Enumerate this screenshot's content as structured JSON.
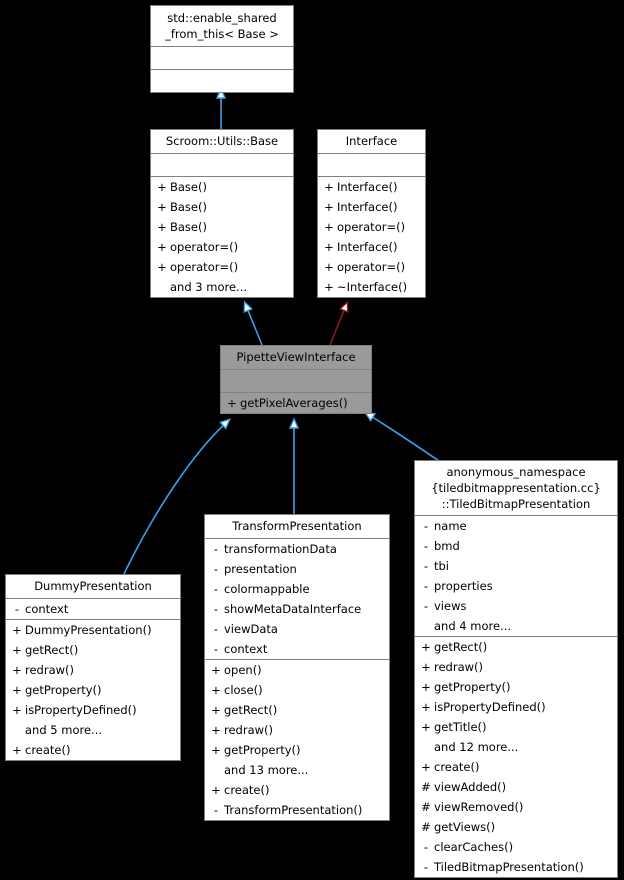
{
  "diagram": {
    "type": "uml-class-inheritance",
    "title": "PipetteViewInterface inheritance graph",
    "colors": {
      "background": "#000000",
      "node_fill": "#ffffff",
      "node_border": "#808080",
      "highlight_fill": "#9a9a9a",
      "edge_public": "#3d9fe8",
      "edge_protected_private": "#8b1a1a",
      "text": "#000000"
    }
  },
  "nodes": {
    "enable_shared_from_this": {
      "name": "enable-shared-from-this",
      "title": "std::enable_shared\n_from_this< Base >",
      "attributes": [],
      "methods": []
    },
    "base": {
      "name": "scroom-utils-base",
      "title": "Scroom::Utils::Base",
      "attributes": [],
      "methods": [
        {
          "vis": "+",
          "label": "Base()"
        },
        {
          "vis": "+",
          "label": "Base()"
        },
        {
          "vis": "+",
          "label": "Base()"
        },
        {
          "vis": "+",
          "label": "operator=()"
        },
        {
          "vis": "+",
          "label": "operator=()"
        },
        {
          "vis": "",
          "label": "and 3 more..."
        }
      ]
    },
    "interface": {
      "name": "interface",
      "title": "Interface",
      "attributes": [],
      "methods": [
        {
          "vis": "+",
          "label": "Interface()"
        },
        {
          "vis": "+",
          "label": "Interface()"
        },
        {
          "vis": "+",
          "label": "operator=()"
        },
        {
          "vis": "+",
          "label": "Interface()"
        },
        {
          "vis": "+",
          "label": "operator=()"
        },
        {
          "vis": "+",
          "label": "~Interface()"
        }
      ]
    },
    "pipette_view_interface": {
      "name": "pipette-view-interface",
      "title": "PipetteViewInterface",
      "highlighted": true,
      "attributes": [],
      "methods": [
        {
          "vis": "+",
          "label": "getPixelAverages()"
        }
      ]
    },
    "dummy_presentation": {
      "name": "dummy-presentation",
      "title": "DummyPresentation",
      "attributes": [
        {
          "vis": "-",
          "label": "context"
        }
      ],
      "methods": [
        {
          "vis": "+",
          "label": "DummyPresentation()"
        },
        {
          "vis": "+",
          "label": "getRect()"
        },
        {
          "vis": "+",
          "label": "redraw()"
        },
        {
          "vis": "+",
          "label": "getProperty()"
        },
        {
          "vis": "+",
          "label": "isPropertyDefined()"
        },
        {
          "vis": "",
          "label": "and 5 more..."
        },
        {
          "vis": "+",
          "label": "create()"
        }
      ]
    },
    "transform_presentation": {
      "name": "transform-presentation",
      "title": "TransformPresentation",
      "attributes": [
        {
          "vis": "-",
          "label": "transformationData"
        },
        {
          "vis": "-",
          "label": "presentation"
        },
        {
          "vis": "-",
          "label": "colormappable"
        },
        {
          "vis": "-",
          "label": "showMetaDataInterface"
        },
        {
          "vis": "-",
          "label": "viewData"
        },
        {
          "vis": "-",
          "label": "context"
        }
      ],
      "methods": [
        {
          "vis": "+",
          "label": "open()"
        },
        {
          "vis": "+",
          "label": "close()"
        },
        {
          "vis": "+",
          "label": "getRect()"
        },
        {
          "vis": "+",
          "label": "redraw()"
        },
        {
          "vis": "+",
          "label": "getProperty()"
        },
        {
          "vis": "",
          "label": "and 13 more..."
        },
        {
          "vis": "+",
          "label": "create()"
        },
        {
          "vis": "-",
          "label": "TransformPresentation()"
        }
      ]
    },
    "tiled_bitmap_presentation": {
      "name": "tiled-bitmap-presentation",
      "title": "anonymous_namespace\n{tiledbitmappresentation.cc}\n::TiledBitmapPresentation",
      "attributes": [
        {
          "vis": "-",
          "label": "name"
        },
        {
          "vis": "-",
          "label": "bmd"
        },
        {
          "vis": "-",
          "label": "tbi"
        },
        {
          "vis": "-",
          "label": "properties"
        },
        {
          "vis": "-",
          "label": "views"
        },
        {
          "vis": "",
          "label": "and 4 more..."
        }
      ],
      "methods": [
        {
          "vis": "+",
          "label": "getRect()"
        },
        {
          "vis": "+",
          "label": "redraw()"
        },
        {
          "vis": "+",
          "label": "getProperty()"
        },
        {
          "vis": "+",
          "label": "isPropertyDefined()"
        },
        {
          "vis": "+",
          "label": "getTitle()"
        },
        {
          "vis": "",
          "label": "and 12 more..."
        },
        {
          "vis": "+",
          "label": "create()"
        },
        {
          "vis": "#",
          "label": "viewAdded()"
        },
        {
          "vis": "#",
          "label": "viewRemoved()"
        },
        {
          "vis": "#",
          "label": "getViews()"
        },
        {
          "vis": "-",
          "label": "clearCaches()"
        },
        {
          "vis": "-",
          "label": "TiledBitmapPresentation()"
        }
      ]
    }
  },
  "edges": [
    {
      "name": "edge-base-to-enable-shared-from-this",
      "from": "base",
      "to": "enable_shared_from_this",
      "kind": "public-inheritance",
      "color": "#3d9fe8"
    },
    {
      "name": "edge-pipette-to-base",
      "from": "pipette_view_interface",
      "to": "base",
      "kind": "public-inheritance",
      "color": "#3d9fe8"
    },
    {
      "name": "edge-pipette-to-interface",
      "from": "pipette_view_interface",
      "to": "interface",
      "kind": "private-inheritance",
      "color": "#8b1a1a"
    },
    {
      "name": "edge-dummy-to-pipette",
      "from": "dummy_presentation",
      "to": "pipette_view_interface",
      "kind": "public-inheritance",
      "color": "#3d9fe8"
    },
    {
      "name": "edge-transform-to-pipette",
      "from": "transform_presentation",
      "to": "pipette_view_interface",
      "kind": "public-inheritance",
      "color": "#3d9fe8"
    },
    {
      "name": "edge-tiled-to-pipette",
      "from": "tiled_bitmap_presentation",
      "to": "pipette_view_interface",
      "kind": "public-inheritance",
      "color": "#3d9fe8"
    }
  ]
}
